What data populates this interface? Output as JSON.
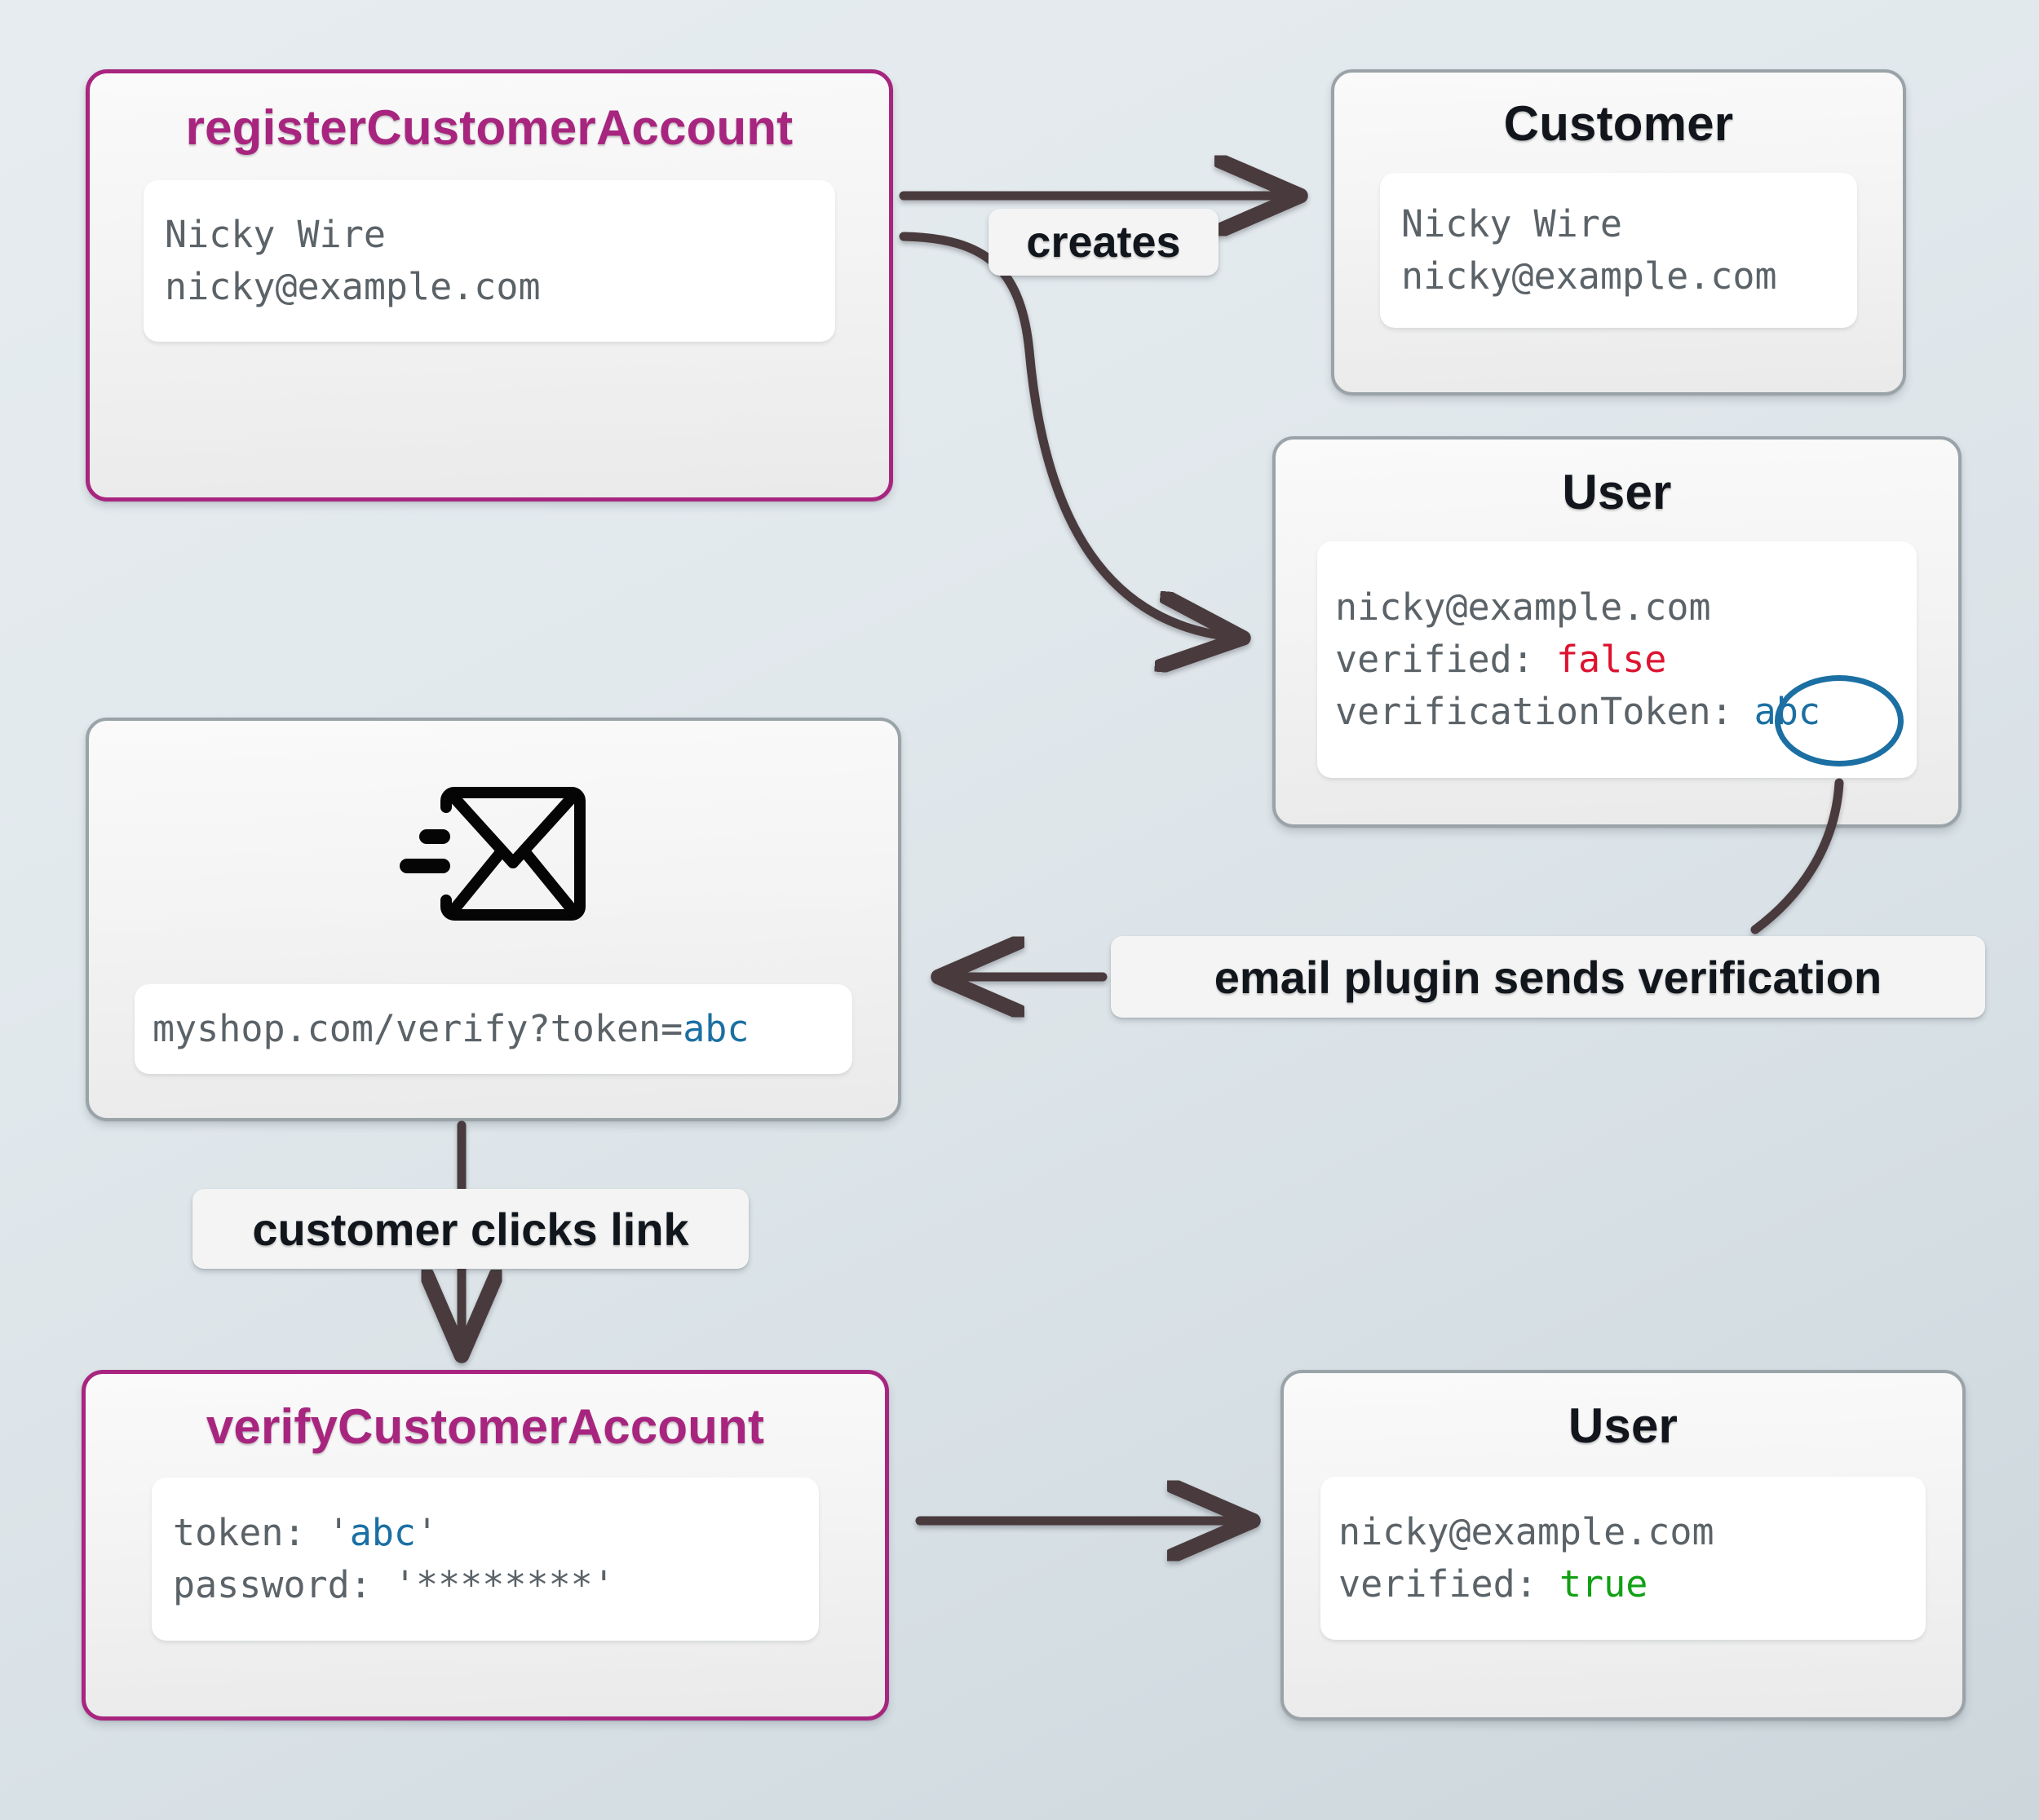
{
  "diagram": {
    "title": "customer account registration and email verification flow",
    "accent_magenta": "#a8257f",
    "accent_blue": "#1b6fa3",
    "value_false_color": "#dd1330",
    "value_true_color": "#12a014",
    "edge_color": "#4a3a3c"
  },
  "nodes": {
    "register": {
      "title": "registerCustomerAccount",
      "lines": [
        "Nicky Wire",
        "nicky@example.com"
      ]
    },
    "customer": {
      "title": "Customer",
      "lines": [
        "Nicky Wire",
        "nicky@example.com"
      ]
    },
    "user_unverified": {
      "title": "User",
      "email": "nicky@example.com",
      "verified_key": "verified: ",
      "verified_value": "false",
      "token_key": "verificationToken:",
      "token_value": "abc"
    },
    "email": {
      "icon": "envelope-send-icon",
      "url_prefix": "myshop.com/verify?token=",
      "url_token": "abc"
    },
    "verify": {
      "title": "verifyCustomerAccount",
      "token_key": "token: ",
      "token_quote_open": "'",
      "token_value": "abc",
      "token_quote_close": "'",
      "password_key": "password: ",
      "password_value": "'********'"
    },
    "user_verified": {
      "title": "User",
      "email": "nicky@example.com",
      "verified_key": "verified: ",
      "verified_value": "true"
    }
  },
  "edges": {
    "creates": "creates",
    "email_plugin": "email plugin sends verification",
    "clicks": "customer clicks link"
  }
}
